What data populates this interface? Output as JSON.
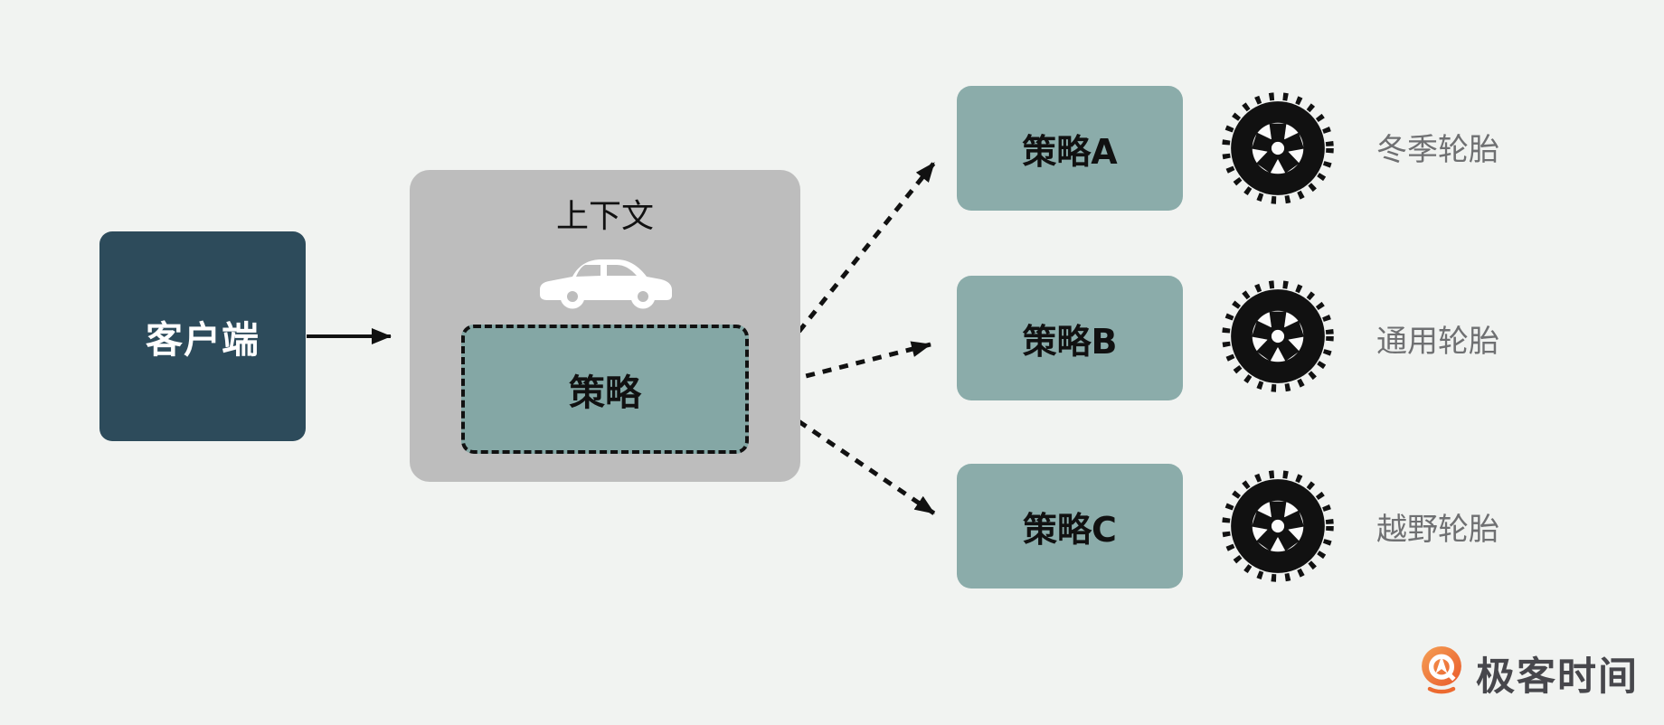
{
  "colors": {
    "canvas_bg": "#f1f3f1",
    "client_bg": "#2d4b5b",
    "context_bg": "#bdbdbd",
    "strategy_bg": "#8bacaa",
    "strategy_inner_bg": "#84a7a5",
    "ink": "#111111",
    "label_gray": "#6f7072",
    "logo_orange": "#ed6f32",
    "logo_text_color": "#47474c"
  },
  "diagram": {
    "client": {
      "label": "客户端"
    },
    "context": {
      "label": "上下文",
      "vehicle_icon": "car-icon",
      "strategy_slot": {
        "label": "策略"
      }
    },
    "strategies": [
      {
        "label": "策略A",
        "icon": "tire-icon",
        "tire_label": "冬季轮胎"
      },
      {
        "label": "策略B",
        "icon": "tire-icon",
        "tire_label": "通用轮胎"
      },
      {
        "label": "策略C",
        "icon": "tire-icon",
        "tire_label": "越野轮胎"
      }
    ],
    "arrows": {
      "client_to_context": "solid",
      "strategy_to_variants": "dashed"
    }
  },
  "branding": {
    "logo_text": "极客时间",
    "logo_icon": "geektime-logo-icon"
  }
}
